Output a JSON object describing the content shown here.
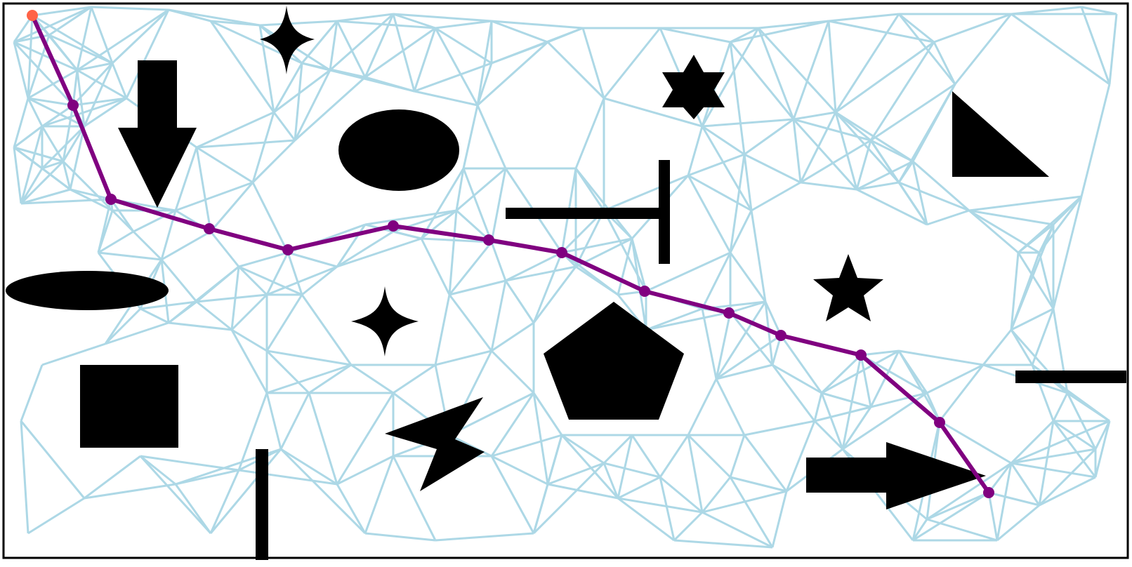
{
  "colors": {
    "background": "#ffffff",
    "border": "#000000",
    "obstacle": "#000000",
    "roadmap_edge": "#add8e6",
    "path": "#800080",
    "path_node": "#800080",
    "start_marker": "#ff6347"
  },
  "obstacles": [
    {
      "name": "obstacle-arrow-down",
      "shape": "arrow-down"
    },
    {
      "name": "obstacle-four-point-star-top",
      "shape": "four-point-star"
    },
    {
      "name": "obstacle-ellipse-large",
      "shape": "ellipse"
    },
    {
      "name": "obstacle-hexagram",
      "shape": "six-point-star"
    },
    {
      "name": "obstacle-right-triangle",
      "shape": "triangle"
    },
    {
      "name": "obstacle-t-bar",
      "shape": "t-shape"
    },
    {
      "name": "obstacle-ellipse-flat",
      "shape": "ellipse"
    },
    {
      "name": "obstacle-four-point-star-mid",
      "shape": "four-point-star"
    },
    {
      "name": "obstacle-five-point-star",
      "shape": "five-point-star"
    },
    {
      "name": "obstacle-pentagon",
      "shape": "pentagon"
    },
    {
      "name": "obstacle-square",
      "shape": "square"
    },
    {
      "name": "obstacle-bar-right",
      "shape": "bar"
    },
    {
      "name": "obstacle-bar-vertical",
      "shape": "bar"
    },
    {
      "name": "obstacle-lightning",
      "shape": "lightning"
    },
    {
      "name": "obstacle-arrow-right",
      "shape": "arrow-right"
    }
  ]
}
